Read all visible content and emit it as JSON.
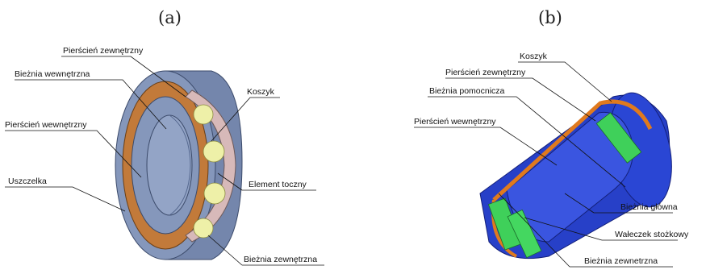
{
  "panels": {
    "a": {
      "letter": "(a)",
      "labels": {
        "outer_ring": "Pierścień zewnętrzny",
        "inner_race": "Bieżnia wewnętrzna",
        "inner_ring": "Pierścień wewnętrzny",
        "seal": "Uszczelka",
        "cage": "Koszyk",
        "rolling_element": "Element toczny",
        "outer_race": "Bieżnia zewnętrzna"
      }
    },
    "b": {
      "letter": "(b)",
      "labels": {
        "cage": "Koszyk",
        "outer_ring": "Pierścień zewnętrzny",
        "aux_race": "Bieżnia pomocnicza",
        "inner_ring": "Pierścień wewnętrzny",
        "main_race": "Bieżnia główna",
        "tapered_roller": "Wałeczek stożkowy",
        "outer_race": "Bieżnia zewnetrzna"
      }
    }
  },
  "colors": {
    "ring_a": "#7f93b8",
    "seal": "#c27a3a",
    "cage_a": "#d7b9b9",
    "ball": "#eef0a8",
    "ring_b": "#2740c8",
    "ring_b_dark": "#1a2a9a",
    "roller_b": "#3fd05a",
    "cage_b": "#e07a1e"
  }
}
